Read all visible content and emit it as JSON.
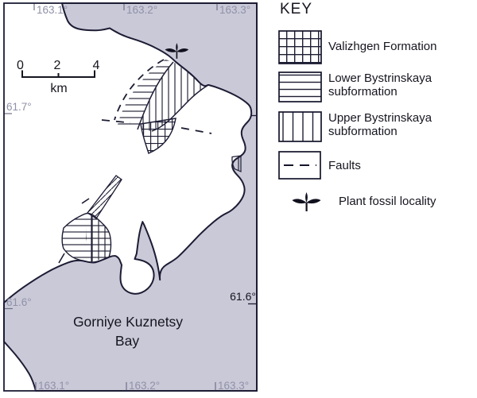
{
  "colors": {
    "water": "#cac9d8",
    "coastline": "#1c1c34",
    "coordinate_label": "#8f91a8",
    "text": "#15151f",
    "land": "#ffffff"
  },
  "map": {
    "bay_label": {
      "line1": "Gorniye Kuznetsy",
      "line2": "Bay"
    },
    "longitude_top": [
      "163.1°",
      "163.2°",
      "163.3°"
    ],
    "longitude_bottom": [
      "163.1°",
      "163.2°",
      "163.3°"
    ],
    "latitude": {
      "left_upper": "61.7°",
      "left_lower": "61.6°",
      "right": "61.6°"
    },
    "scale_bar": {
      "tick_labels": [
        "0",
        "2",
        "4"
      ],
      "unit": "km"
    }
  },
  "key": {
    "title": "KEY",
    "items": [
      {
        "id": "valizhgen",
        "pattern": "grid",
        "line1": "Valizhgen Formation",
        "line2": ""
      },
      {
        "id": "lower-bystrinskaya",
        "pattern": "horizontal-lines",
        "line1": "Lower Bystrinskaya",
        "line2": "subformation"
      },
      {
        "id": "upper-bystrinskaya",
        "pattern": "vertical-lines",
        "line1": "Upper Bystrinskaya",
        "line2": "subformation"
      },
      {
        "id": "faults",
        "pattern": "dashed-line",
        "line1": "Faults",
        "line2": ""
      },
      {
        "id": "plant-fossil",
        "pattern": "plant-symbol",
        "line1": "Plant fossil locality",
        "line2": ""
      }
    ]
  }
}
